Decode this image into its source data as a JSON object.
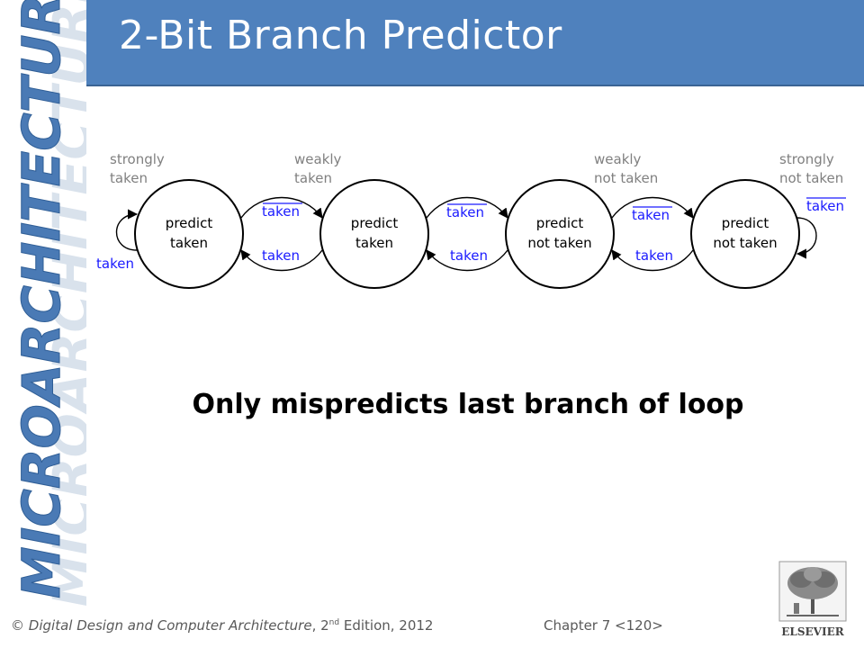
{
  "slide": {
    "title": "2-Bit Branch Predictor",
    "side_title": "MICROARCHITECTURE",
    "caption": "Only mispredicts last branch of loop"
  },
  "diagram": {
    "states": [
      {
        "heading_line1": "strongly",
        "heading_line2": "taken",
        "label_line1": "predict",
        "label_line2": "taken"
      },
      {
        "heading_line1": "weakly",
        "heading_line2": "taken",
        "label_line1": "predict",
        "label_line2": "taken"
      },
      {
        "heading_line1": "weakly",
        "heading_line2": "not taken",
        "label_line1": "predict",
        "label_line2": "not taken"
      },
      {
        "heading_line1": "strongly",
        "heading_line2": "not taken",
        "label_line1": "predict",
        "label_line2": "not taken"
      }
    ],
    "transitions": {
      "self_loop_left": "taken",
      "self_loop_right": "taken",
      "forward_1_2": "taken",
      "forward_2_3": "taken",
      "forward_3_4": "taken",
      "back_2_1": "taken",
      "back_3_2": "taken",
      "back_4_3": "taken"
    },
    "colors": {
      "label": "#1a1aff",
      "heading": "#808080",
      "line": "#000000"
    }
  },
  "footer": {
    "copyright": "©",
    "book": "Digital Design and Computer Architecture",
    "edition_prefix": ", 2",
    "edition_sup": "nd",
    "edition_suffix": " Edition, 2012",
    "chapter": "Chapter 7 <120>",
    "publisher": "ELSEVIER"
  },
  "theme": {
    "header_bg": "#4f81bd",
    "side_title_color": "#4a7ab5"
  }
}
